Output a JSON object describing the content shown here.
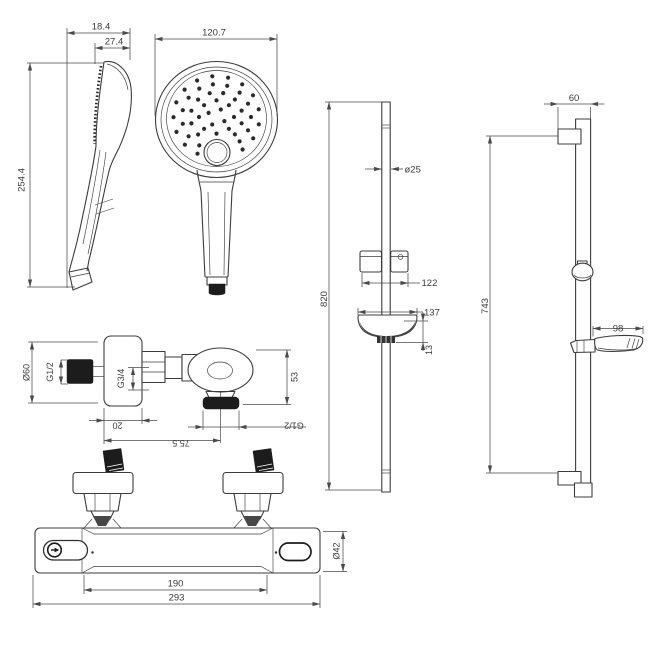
{
  "colors": {
    "background": "#ffffff",
    "line": "#3c3c3c",
    "dimension_line": "#4a4a4a",
    "solid_fill": "#1c1c1c"
  },
  "views": {
    "handset_side": {
      "dims": {
        "top_depth": "18.4",
        "head_depth": "27.4",
        "height": "254.4"
      }
    },
    "handset_front": {
      "dims": {
        "face_diameter": "120.7"
      }
    },
    "mixer_side": {
      "dims": {
        "escutcheon_diameter": "Ø60",
        "inlet_thread": "G1/2",
        "union_thread": "G3/4",
        "escutcheon_depth": "20",
        "reach": "75.5",
        "body_height": "53",
        "outlet_thread": "G1/2"
      }
    },
    "mixer_front": {
      "dims": {
        "inlet_centres": "190",
        "overall_width": "293",
        "body_diameter": "Ø42"
      }
    },
    "riser_front": {
      "dims": {
        "tube_diameter": "ø25",
        "overall_height": "820",
        "bracket_width": "122",
        "dish_width": "137",
        "dish_height": "13"
      }
    },
    "riser_side": {
      "dims": {
        "wall_bracket_width": "60",
        "fixing_centres": "743",
        "dish_projection": "98"
      }
    }
  }
}
